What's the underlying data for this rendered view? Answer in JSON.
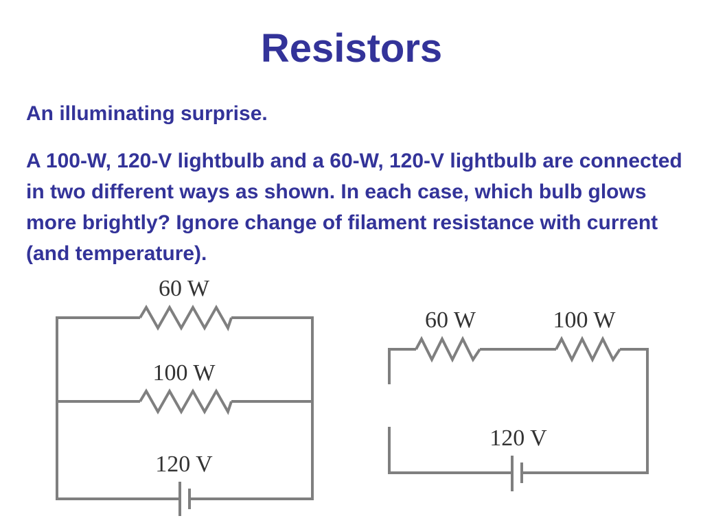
{
  "slide": {
    "title": "Resistors",
    "subtitle": "An illuminating surprise.",
    "body": "A 100-W, 120-V lightbulb and a 60-W, 120-V lightbulb are connected in two different ways as shown. In each case, which bulb glows more brightly? Ignore change of filament resistance with current (and temperature)."
  },
  "colors": {
    "text": "#333399",
    "wire": "#7f7f7f",
    "label": "#333333"
  },
  "parallel_circuit": {
    "top_resistor_label": "60 W",
    "middle_resistor_label": "100 W",
    "battery_label": "120 V"
  },
  "series_circuit": {
    "left_resistor_label": "60 W",
    "right_resistor_label": "100 W",
    "battery_label": "120 V"
  }
}
